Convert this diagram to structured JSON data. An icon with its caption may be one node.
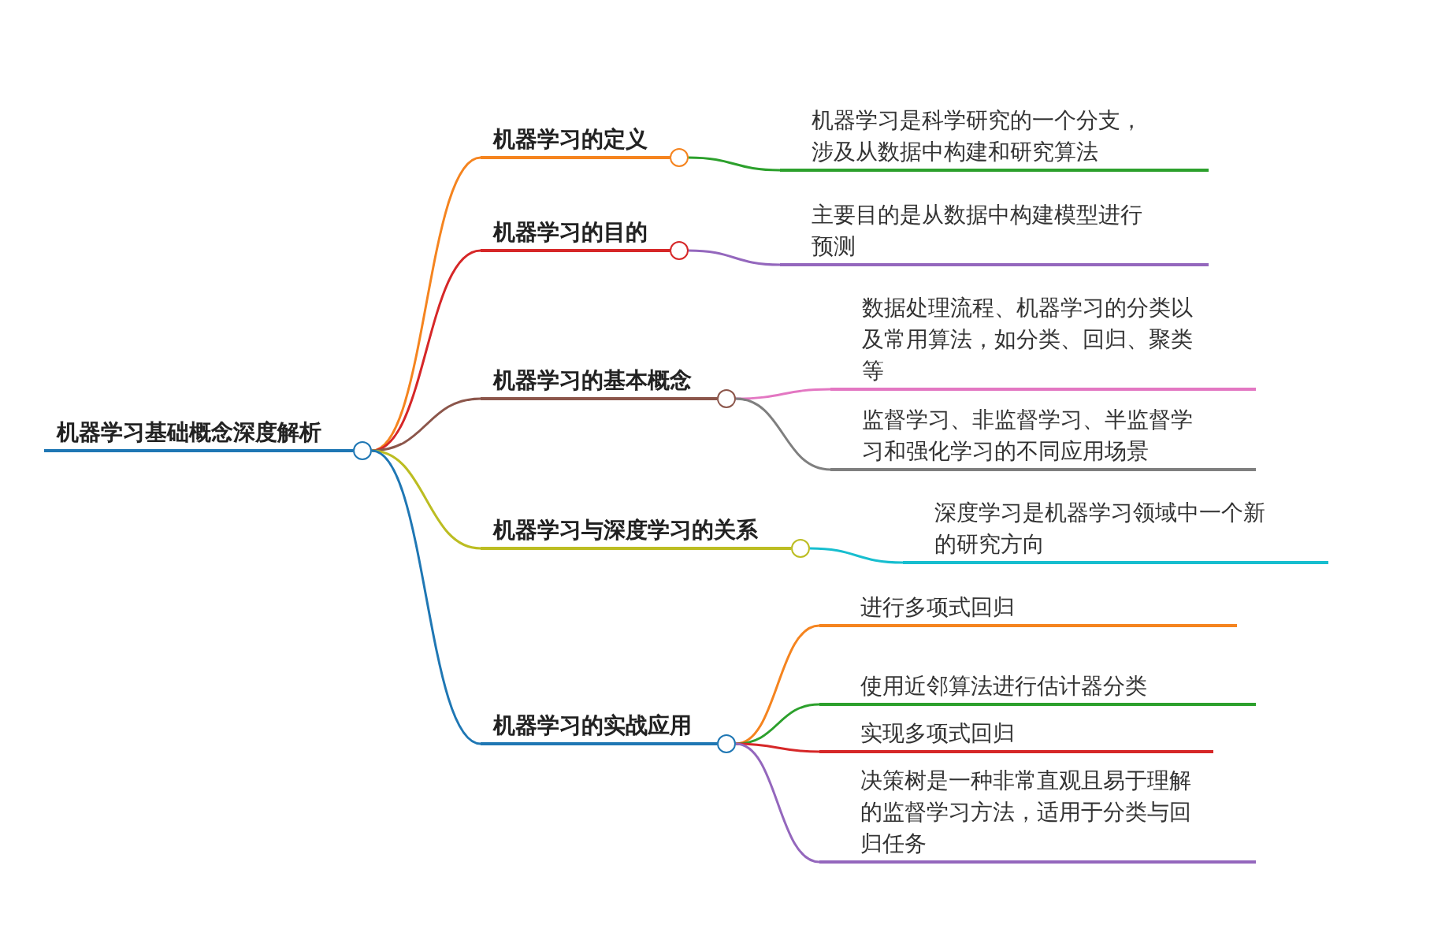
{
  "diagram": {
    "nodes": [
      {
        "text": [
          "机器学习基础概念深度解析"
        ]
      },
      {
        "text": [
          "机器学习的定义"
        ]
      },
      {
        "text": [
          "机器学习是科学研究的一个分支，涉及从数据中构建和研究算法"
        ]
      },
      {
        "text": [
          "机器学习的目的"
        ]
      },
      {
        "text": [
          "主要目的是从数据中构建模型进行预测"
        ]
      },
      {
        "text": [
          "机器学习的基本概念"
        ]
      },
      {
        "text": [
          "数据处理流程、机器学习的分类以及常用算法，如分类、回归、聚类等"
        ]
      },
      {
        "text": [
          "监督学习、非监督学习、半监督学习和强化学习的不同应用场景"
        ]
      },
      {
        "text": [
          "机器学习与深度学习的关系"
        ]
      },
      {
        "text": [
          "深度学习是机器学习领域中一个新的研究方向"
        ]
      },
      {
        "text": [
          "机器学习的实战应用"
        ]
      },
      {
        "text": [
          "进行多项式回归"
        ]
      },
      {
        "text": [
          "使用近邻算法进行估计器分类"
        ]
      },
      {
        "text": [
          "实现多项式回归"
        ]
      },
      {
        "text": [
          "决策树是一种非常直观且易于理解的监督学习方法，适用于分类与回归任务"
        ]
      }
    ],
    "edges": [
      {
        "from": 0,
        "to": 1,
        "arrow": "none",
        "color": "#f5841f"
      },
      {
        "from": 0,
        "to": 3,
        "arrow": "none",
        "color": "#d62728"
      },
      {
        "from": 0,
        "to": 5,
        "arrow": "none",
        "color": "#8c564b"
      },
      {
        "from": 0,
        "to": 8,
        "arrow": "none",
        "color": "#bcbd22"
      },
      {
        "from": 0,
        "to": 10,
        "arrow": "none",
        "color": "#1f77b4"
      },
      {
        "from": 1,
        "to": 2,
        "arrow": "none",
        "color": "#2ca02c"
      },
      {
        "from": 3,
        "to": 4,
        "arrow": "none",
        "color": "#9467bd"
      },
      {
        "from": 5,
        "to": 6,
        "arrow": "none",
        "color": "#e377c2"
      },
      {
        "from": 5,
        "to": 7,
        "arrow": "none",
        "color": "#7f7f7f"
      },
      {
        "from": 8,
        "to": 9,
        "arrow": "none",
        "color": "#17becf"
      },
      {
        "from": 10,
        "to": 11,
        "arrow": "none",
        "color": "#f5841f"
      },
      {
        "from": 10,
        "to": 12,
        "arrow": "none",
        "color": "#2ca02c"
      },
      {
        "from": 10,
        "to": 13,
        "arrow": "none",
        "color": "#d62728"
      },
      {
        "from": 10,
        "to": 14,
        "arrow": "none",
        "color": "#9467bd"
      }
    ]
  }
}
